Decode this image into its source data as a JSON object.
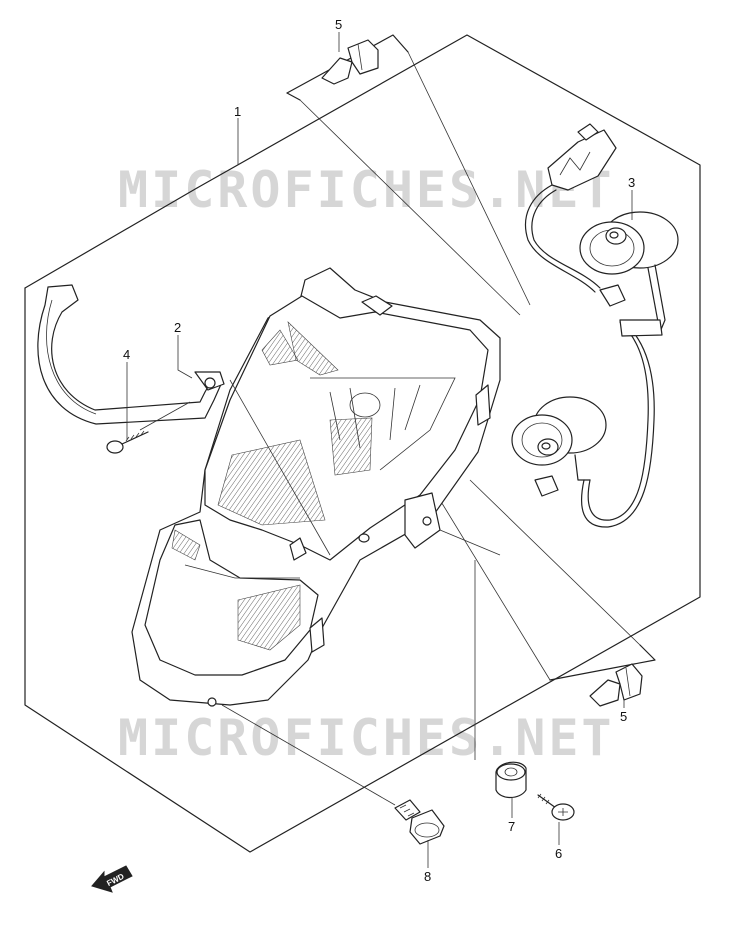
{
  "watermark": {
    "text_top": "MICROFICHES.NET",
    "text_bottom": "MICROFICHES.NET"
  },
  "fwd_label": "FWD",
  "callouts": [
    {
      "id": "1",
      "label": "1"
    },
    {
      "id": "2",
      "label": "2"
    },
    {
      "id": "3",
      "label": "3"
    },
    {
      "id": "4",
      "label": "4"
    },
    {
      "id": "5a",
      "label": "5"
    },
    {
      "id": "5b",
      "label": "5"
    },
    {
      "id": "6",
      "label": "6"
    },
    {
      "id": "7",
      "label": "7"
    },
    {
      "id": "8",
      "label": "8"
    }
  ],
  "colors": {
    "line": "#222222",
    "watermark": "#cfcfcf",
    "background": "#ffffff"
  }
}
